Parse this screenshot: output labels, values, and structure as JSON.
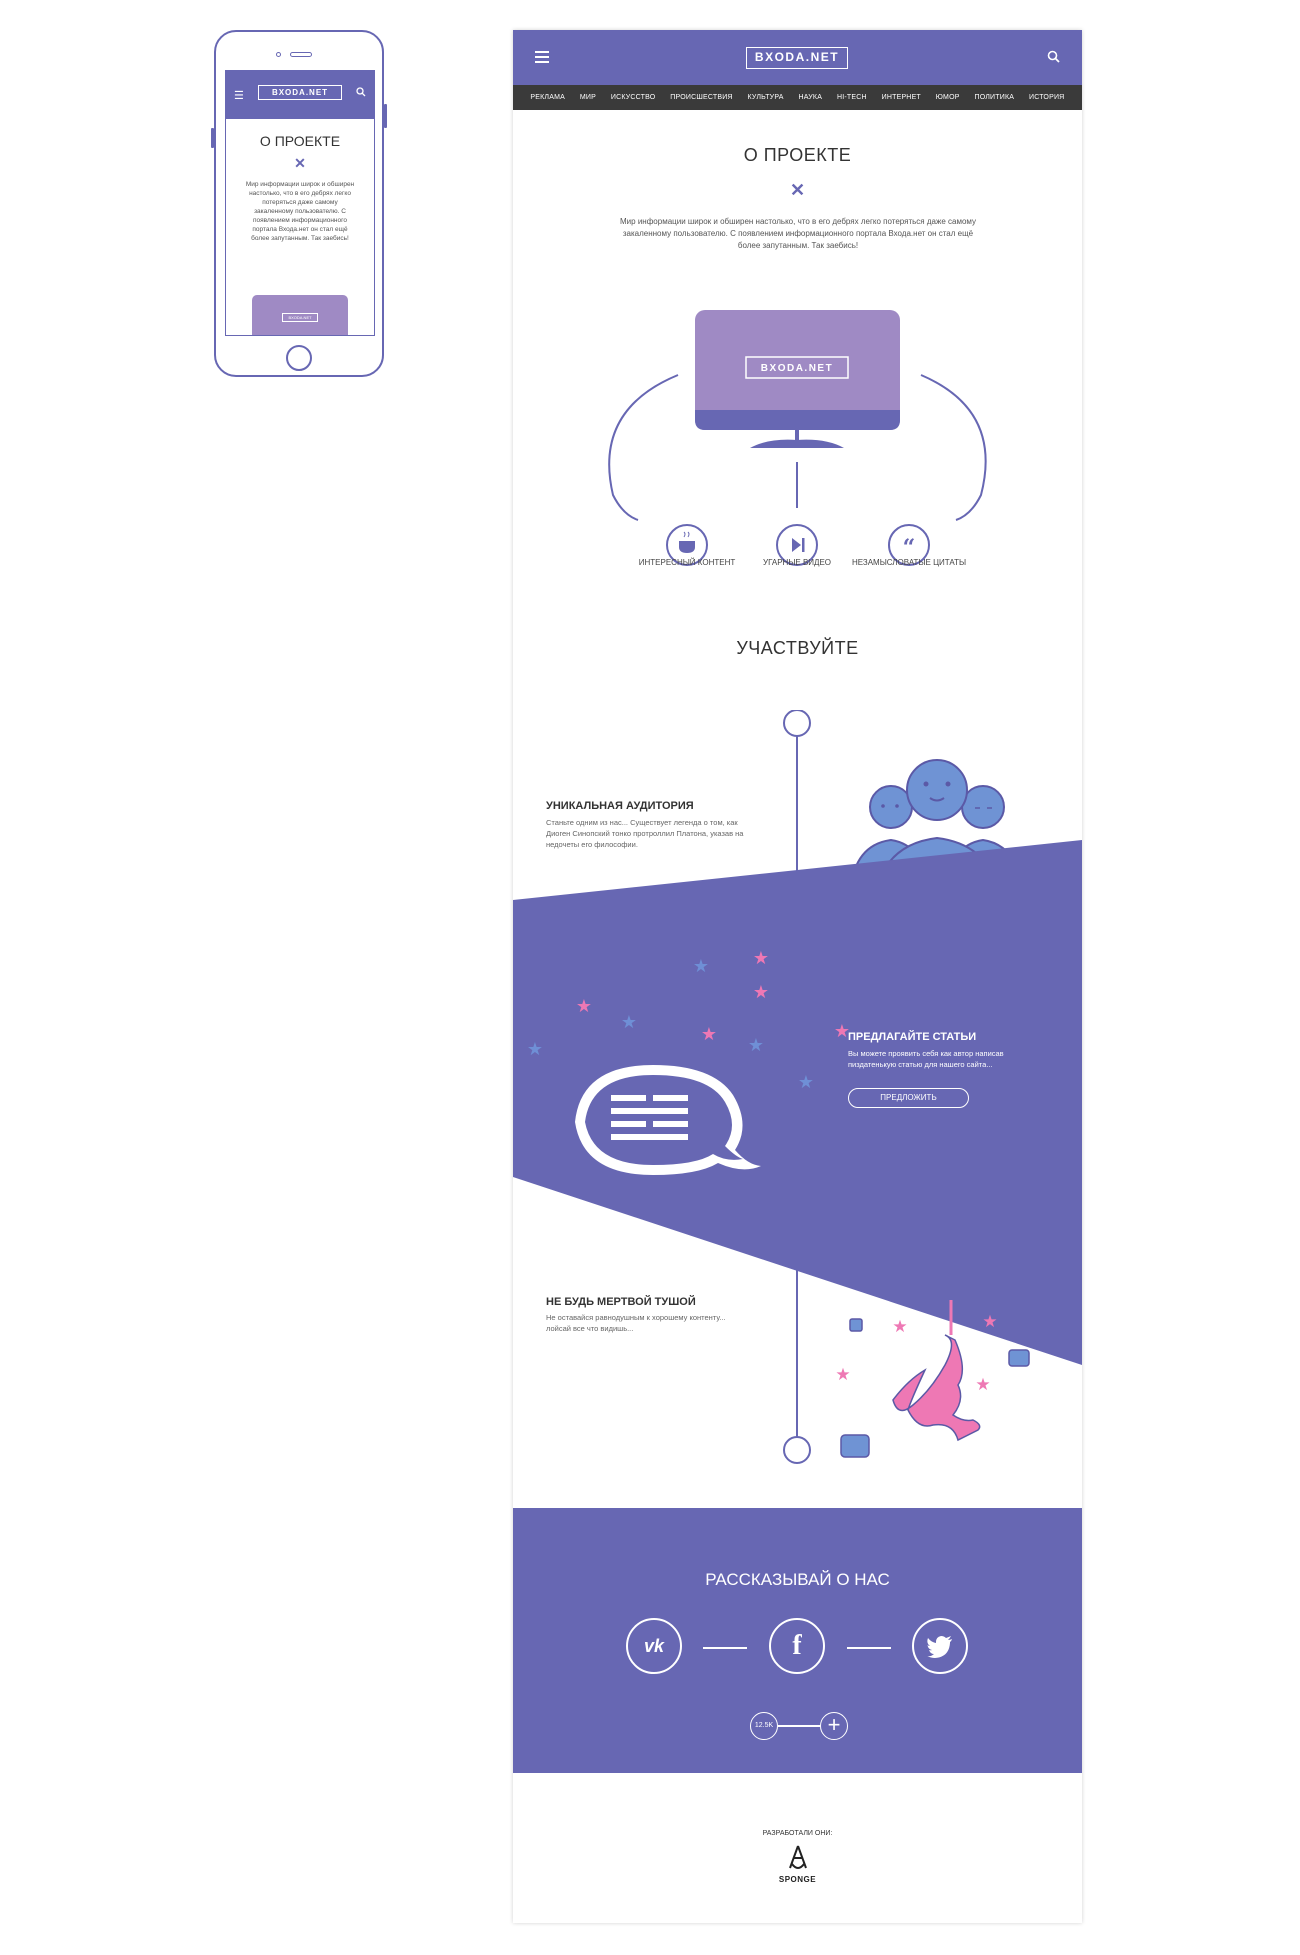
{
  "mobile": {
    "logo": "BXODA.NET",
    "title": "О ПРОЕКТЕ",
    "close_glyph": "✕",
    "text": "Мир информации широк и обширен настолько, что в его дебрях легко потеряться даже самому закаленному пользователю. С появлением информационного портала Входа.нет он стал ещё более запутанным. Так заебись!",
    "tv_logo": "BXODA.NET"
  },
  "header": {
    "logo": "BXODA.NET",
    "menu_icon": "hamburger-icon",
    "search_icon": "search-icon"
  },
  "nav": [
    "РЕКЛАМА",
    "МИР",
    "ИСКУССТВО",
    "ПРОИСШЕСТВИЯ",
    "КУЛЬТУРА",
    "НАУКА",
    "HI-TECH",
    "ИНТЕРНЕТ",
    "ЮМОР",
    "ПОЛИТИКА",
    "ИСТОРИЯ"
  ],
  "about": {
    "title": "О ПРОЕКТЕ",
    "close_glyph": "✕",
    "text": "Мир информации широк и обширен настолько, что в его дебрях легко потеряться даже самому закаленному пользователю. С появлением информационного портала Входа.нет он стал ещё более запутанным. Так заебись!",
    "tv_logo": "BXODA.NET",
    "features": [
      {
        "label": "ИНТЕРЕСНЫЙ КОНТЕНТ",
        "icon": "cup-icon"
      },
      {
        "label": "УГАРНЫЕ ВИДЕО",
        "icon": "play-icon"
      },
      {
        "label": "НЕЗАМЫСЛОВАТЫЕ ЦИТАТЫ",
        "icon": "quote-icon"
      }
    ]
  },
  "participate": {
    "title": "УЧАСТВУЙТЕ",
    "audience": {
      "title": "УНИКАЛЬНАЯ АУДИТОРИЯ",
      "text": "Станьте одним из нас... Существует легенда о том, как Диоген Синопский тонко протроллил Платона, указав на недочеты его философии."
    },
    "articles": {
      "title": "ПРЕДЛАГАЙТЕ СТАТЬИ",
      "text": "Вы можете проявить себя как автор написав пиздатенькую статью для нашего сайта...",
      "button": "ПРЕДЛОЖИТЬ"
    },
    "alive": {
      "title": "НЕ БУДЬ МЕРТВОЙ ТУШОЙ",
      "text": "Не оставайся равнодушным к хорошему контенту... лойсай все что видишь..."
    }
  },
  "share": {
    "title": "РАССКАЗЫВАЙ О НАС",
    "vk": "vk",
    "facebook": "f",
    "twitter_icon": "twitter-bird-icon",
    "count": "12.5K",
    "plus": "+"
  },
  "footer": {
    "label": "РАЗРАБОТАЛИ ОНИ:",
    "logo": "SPONGE"
  },
  "colors": {
    "primary": "#6767b3",
    "tv": "#9f8ac4",
    "star_pink": "#ee78b4",
    "star_blue": "#6f8fd6",
    "people": "#6f93d4",
    "nav_bg": "#3a3a3a"
  }
}
